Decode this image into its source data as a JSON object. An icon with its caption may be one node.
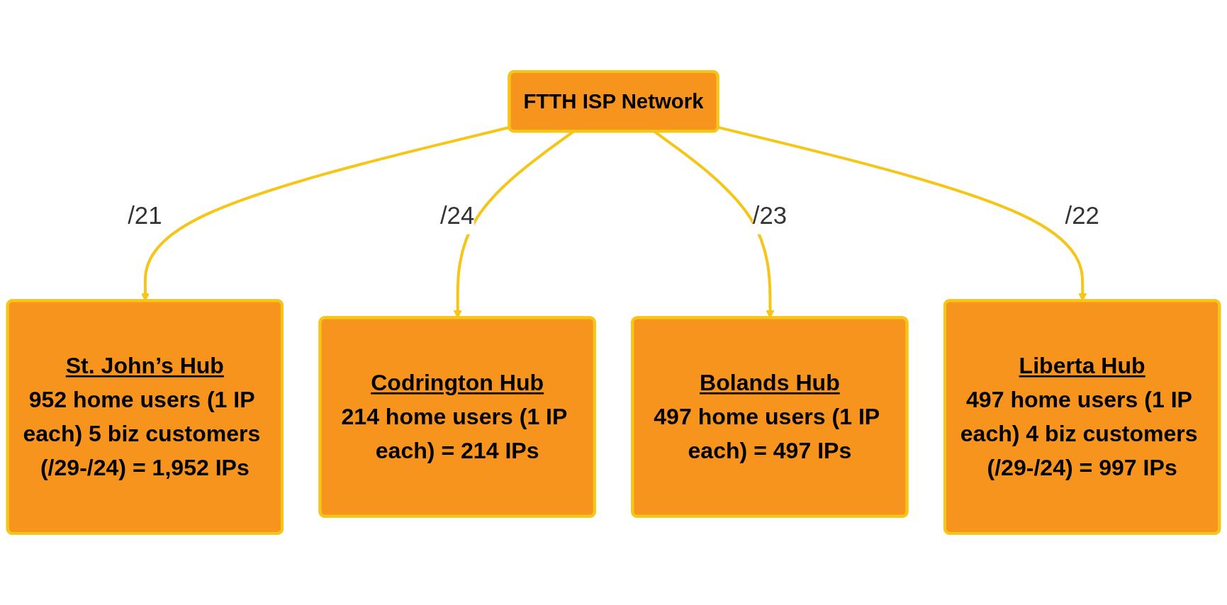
{
  "diagram": {
    "nodes": [
      {
        "text": [
          "FTTH ISP Network"
        ]
      },
      {
        "text": [
          "St. John’s Hub",
          "952 home users (1 IP each) 5 biz customers (/29-/24) = 1,952 IPs"
        ]
      },
      {
        "text": [
          "Codrington Hub",
          "214 home users (1 IP each) = 214 IPs"
        ]
      },
      {
        "text": [
          "Bolands Hub",
          "497 home users (1 IP each) = 497 IPs"
        ]
      },
      {
        "text": [
          "Liberta Hub",
          "497 home users (1 IP each) 4 biz customers (/29-/24) = 997 IPs"
        ]
      }
    ],
    "edges": [
      {
        "from": 0,
        "to": 1,
        "arrow": "to",
        "label": "/21"
      },
      {
        "from": 0,
        "to": 2,
        "arrow": "to",
        "label": "/24"
      },
      {
        "from": 0,
        "to": 3,
        "arrow": "to",
        "label": "/23"
      },
      {
        "from": 0,
        "to": 4,
        "arrow": "to",
        "label": "/22"
      }
    ]
  }
}
